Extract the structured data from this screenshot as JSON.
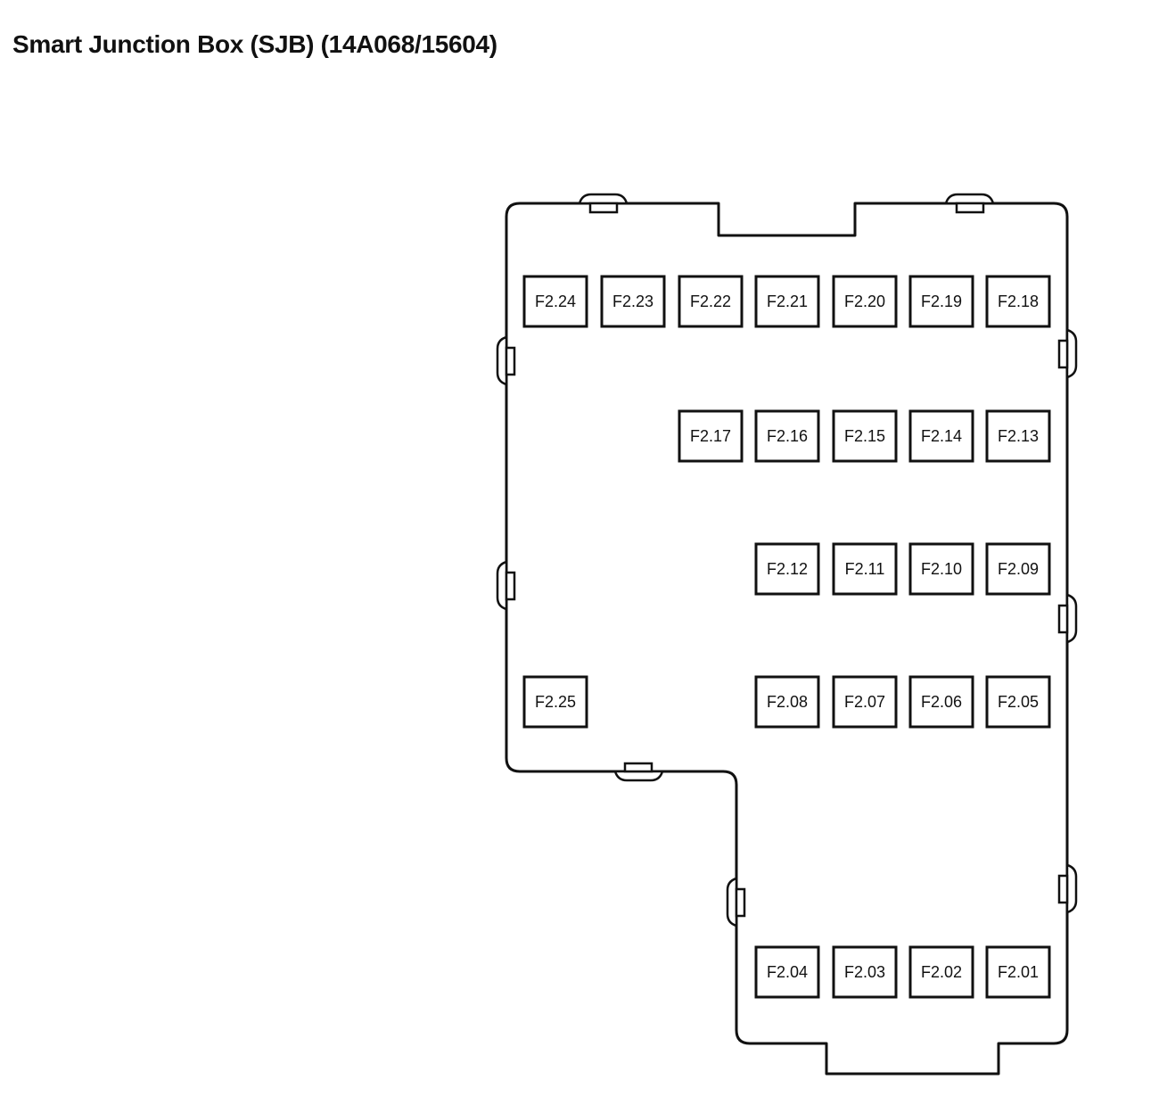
{
  "title": "Smart Junction Box (SJB) (14A068/15604)",
  "fuses": [
    {
      "id": "F2.24",
      "row": 0,
      "col": 0
    },
    {
      "id": "F2.23",
      "row": 0,
      "col": 1
    },
    {
      "id": "F2.22",
      "row": 0,
      "col": 2
    },
    {
      "id": "F2.21",
      "row": 0,
      "col": 3
    },
    {
      "id": "F2.20",
      "row": 0,
      "col": 4
    },
    {
      "id": "F2.19",
      "row": 0,
      "col": 5
    },
    {
      "id": "F2.18",
      "row": 0,
      "col": 6
    },
    {
      "id": "F2.17",
      "row": 1,
      "col": 2
    },
    {
      "id": "F2.16",
      "row": 1,
      "col": 3
    },
    {
      "id": "F2.15",
      "row": 1,
      "col": 4
    },
    {
      "id": "F2.14",
      "row": 1,
      "col": 5
    },
    {
      "id": "F2.13",
      "row": 1,
      "col": 6
    },
    {
      "id": "F2.12",
      "row": 2,
      "col": 3
    },
    {
      "id": "F2.11",
      "row": 2,
      "col": 4
    },
    {
      "id": "F2.10",
      "row": 2,
      "col": 5
    },
    {
      "id": "F2.09",
      "row": 2,
      "col": 6
    },
    {
      "id": "F2.25",
      "row": 3,
      "col": 0
    },
    {
      "id": "F2.08",
      "row": 3,
      "col": 3
    },
    {
      "id": "F2.07",
      "row": 3,
      "col": 4
    },
    {
      "id": "F2.06",
      "row": 3,
      "col": 5
    },
    {
      "id": "F2.05",
      "row": 3,
      "col": 6
    },
    {
      "id": "F2.04",
      "row": 4,
      "col": 3
    },
    {
      "id": "F2.03",
      "row": 4,
      "col": 4
    },
    {
      "id": "F2.02",
      "row": 4,
      "col": 5
    },
    {
      "id": "F2.01",
      "row": 4,
      "col": 6
    }
  ],
  "colors": {
    "line": "#111111",
    "background": "#ffffff"
  }
}
